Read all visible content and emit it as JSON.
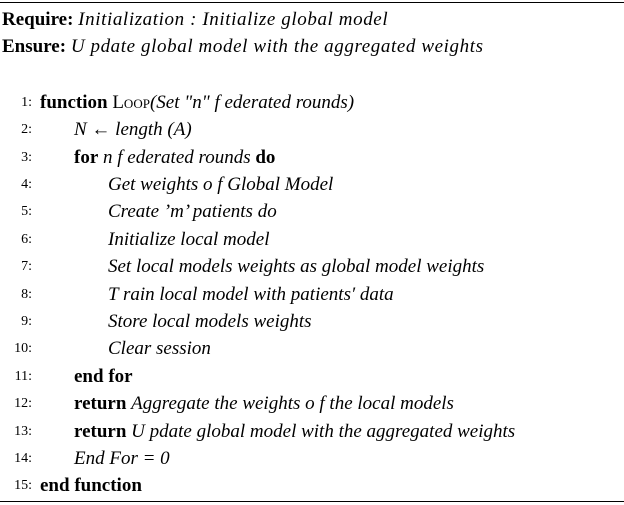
{
  "header": {
    "require_label": "Require:",
    "require_text": "Initialization : Initialize  global  model",
    "ensure_label": "Ensure:",
    "ensure_text": "U pdate  global  model  with  the  aggregated  weights"
  },
  "lines": [
    {
      "num": "1:",
      "kw": "function",
      "rest_sc": "Loop",
      "rest": "(Set \"n\" f ederated rounds)"
    },
    {
      "num": "2:",
      "text": "N ← length (A)"
    },
    {
      "num": "3:",
      "kw": "for",
      "text": "n f ederated rounds",
      "kw2": "do"
    },
    {
      "num": "4:",
      "text": "Get weights o f Global Model"
    },
    {
      "num": "5:",
      "text": "Create ’m’ patients do"
    },
    {
      "num": "6:",
      "text": "Initialize local model"
    },
    {
      "num": "7:",
      "text": "Set local models weights as global model weights"
    },
    {
      "num": "8:",
      "text": "T rain local model with patients′ data"
    },
    {
      "num": "9:",
      "text": "Store local models weights"
    },
    {
      "num": "10:",
      "text": "Clear session"
    },
    {
      "num": "11:",
      "kw": "end for"
    },
    {
      "num": "12:",
      "kw": "return",
      "text": "Aggregate the weights o f the local models"
    },
    {
      "num": "13:",
      "kw": "return",
      "text": "U pdate global model with the aggregated weights"
    },
    {
      "num": "14:",
      "text": "End For  =  0"
    },
    {
      "num": "15:",
      "kw": "end function"
    }
  ]
}
